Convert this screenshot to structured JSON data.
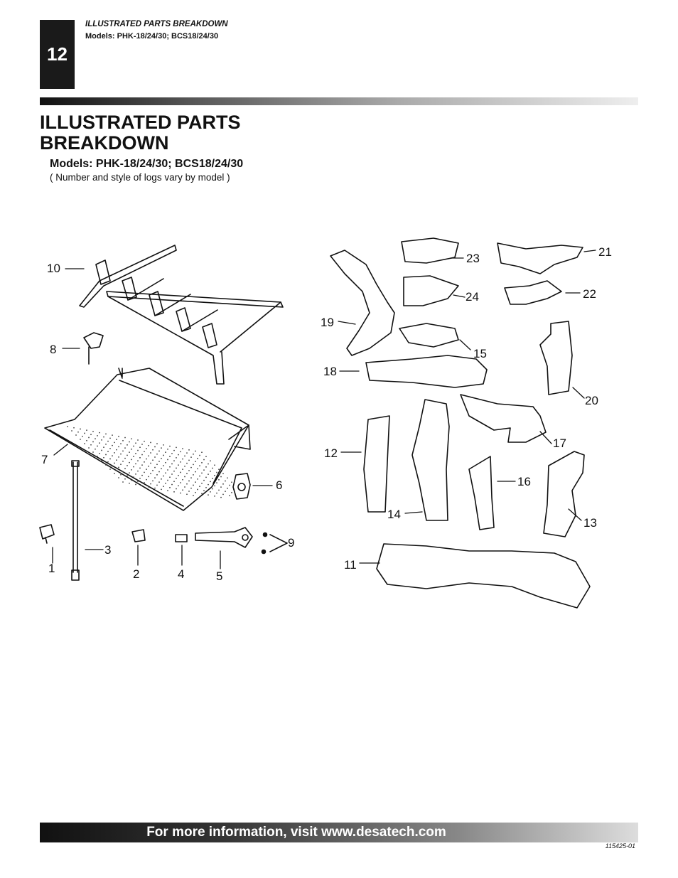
{
  "header": {
    "page_number": "12",
    "section": "ILLUSTRATED PARTS BREAKDOWN",
    "models_line": "Models: PHK-18/24/30; BCS18/24/30"
  },
  "title": "ILLUSTRATED PARTS BREAKDOWN",
  "models": "Models: PHK-18/24/30; BCS18/24/30",
  "note": "( Number and style of logs vary by model )",
  "callouts": {
    "c1": "1",
    "c2": "2",
    "c3": "3",
    "c4": "4",
    "c5": "5",
    "c6": "6",
    "c7": "7",
    "c8": "8",
    "c9": "9",
    "c10": "10",
    "c11": "11",
    "c12": "12",
    "c13": "13",
    "c14": "14",
    "c15": "15",
    "c16": "16",
    "c17": "17",
    "c18": "18",
    "c19": "19",
    "c20": "20",
    "c21": "21",
    "c22": "22",
    "c23": "23",
    "c24": "24"
  },
  "footer": {
    "text": "For  more information, visit www.desatech.com",
    "doc_number": "115425-01"
  }
}
